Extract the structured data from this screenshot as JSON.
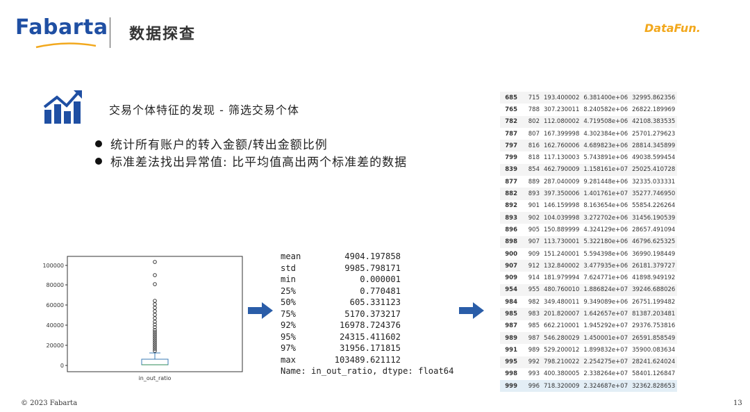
{
  "header": {
    "logo_text": "Fabarta",
    "title": "数据探查",
    "partner_logo_text": "DataFun."
  },
  "section": {
    "heading": "交易个体特征的发现 - 筛选交易个体",
    "bullets": [
      "统计所有账户的转入金额/转出金额比例",
      "标准差法找出异常值: 比平均值高出两个标准差的数据"
    ]
  },
  "boxplot": {
    "yticks": [
      "100000",
      "80000",
      "60000",
      "40000",
      "20000",
      "0"
    ],
    "xlabel": "in_out_ratio"
  },
  "stats": {
    "rows": [
      {
        "k": "mean",
        "v": "4904.197858"
      },
      {
        "k": "std",
        "v": "9985.798171"
      },
      {
        "k": "min",
        "v": "0.000001"
      },
      {
        "k": "25%",
        "v": "0.770481"
      },
      {
        "k": "50%",
        "v": "605.331123"
      },
      {
        "k": "75%",
        "v": "5170.373217"
      },
      {
        "k": "92%",
        "v": "16978.724376"
      },
      {
        "k": "95%",
        "v": "24315.411602"
      },
      {
        "k": "97%",
        "v": "31956.171815"
      },
      {
        "k": "max",
        "v": "103489.621112"
      }
    ],
    "footer": "Name: in_out_ratio, dtype: float64"
  },
  "table": {
    "rows": [
      [
        "685",
        "715",
        "193.400002",
        "6.381400e+06",
        "32995.862356"
      ],
      [
        "765",
        "788",
        "307.230011",
        "8.240582e+06",
        "26822.189969"
      ],
      [
        "782",
        "802",
        "112.080002",
        "4.719508e+06",
        "42108.383535"
      ],
      [
        "787",
        "807",
        "167.399998",
        "4.302384e+06",
        "25701.279623"
      ],
      [
        "797",
        "816",
        "162.760006",
        "4.689823e+06",
        "28814.345899"
      ],
      [
        "799",
        "818",
        "117.130003",
        "5.743891e+06",
        "49038.599454"
      ],
      [
        "839",
        "854",
        "462.790009",
        "1.158161e+07",
        "25025.410728"
      ],
      [
        "877",
        "889",
        "287.040009",
        "9.281448e+06",
        "32335.033331"
      ],
      [
        "882",
        "893",
        "397.350006",
        "1.401761e+07",
        "35277.746950"
      ],
      [
        "892",
        "901",
        "146.159998",
        "8.163654e+06",
        "55854.226264"
      ],
      [
        "893",
        "902",
        "104.039998",
        "3.272702e+06",
        "31456.190539"
      ],
      [
        "896",
        "905",
        "150.889999",
        "4.324129e+06",
        "28657.491094"
      ],
      [
        "898",
        "907",
        "113.730001",
        "5.322180e+06",
        "46796.625325"
      ],
      [
        "900",
        "909",
        "151.240001",
        "5.594398e+06",
        "36990.198449"
      ],
      [
        "907",
        "912",
        "132.840002",
        "3.477935e+06",
        "26181.379727"
      ],
      [
        "909",
        "914",
        "181.979994",
        "7.624771e+06",
        "41898.949192"
      ],
      [
        "954",
        "955",
        "480.760010",
        "1.886824e+07",
        "39246.688026"
      ],
      [
        "984",
        "982",
        "349.480011",
        "9.349089e+06",
        "26751.199482"
      ],
      [
        "985",
        "983",
        "201.820007",
        "1.642657e+07",
        "81387.203481"
      ],
      [
        "987",
        "985",
        "662.210001",
        "1.945292e+07",
        "29376.753816"
      ],
      [
        "989",
        "987",
        "546.280029",
        "1.450001e+07",
        "26591.858549"
      ],
      [
        "991",
        "989",
        "529.200012",
        "1.899832e+07",
        "35900.083634"
      ],
      [
        "995",
        "992",
        "798.210022",
        "2.254275e+07",
        "28241.624024"
      ],
      [
        "998",
        "993",
        "400.380005",
        "2.338264e+07",
        "58401.126847"
      ],
      [
        "999",
        "996",
        "718.320009",
        "2.324687e+07",
        "32362.828653"
      ]
    ]
  },
  "footer": {
    "copyright": "© 2023 Fabarta",
    "page_number": "13"
  },
  "colors": {
    "brand_blue": "#1f4fa3",
    "accent_orange": "#f2a81d",
    "arrow_blue": "#2a5da8"
  }
}
